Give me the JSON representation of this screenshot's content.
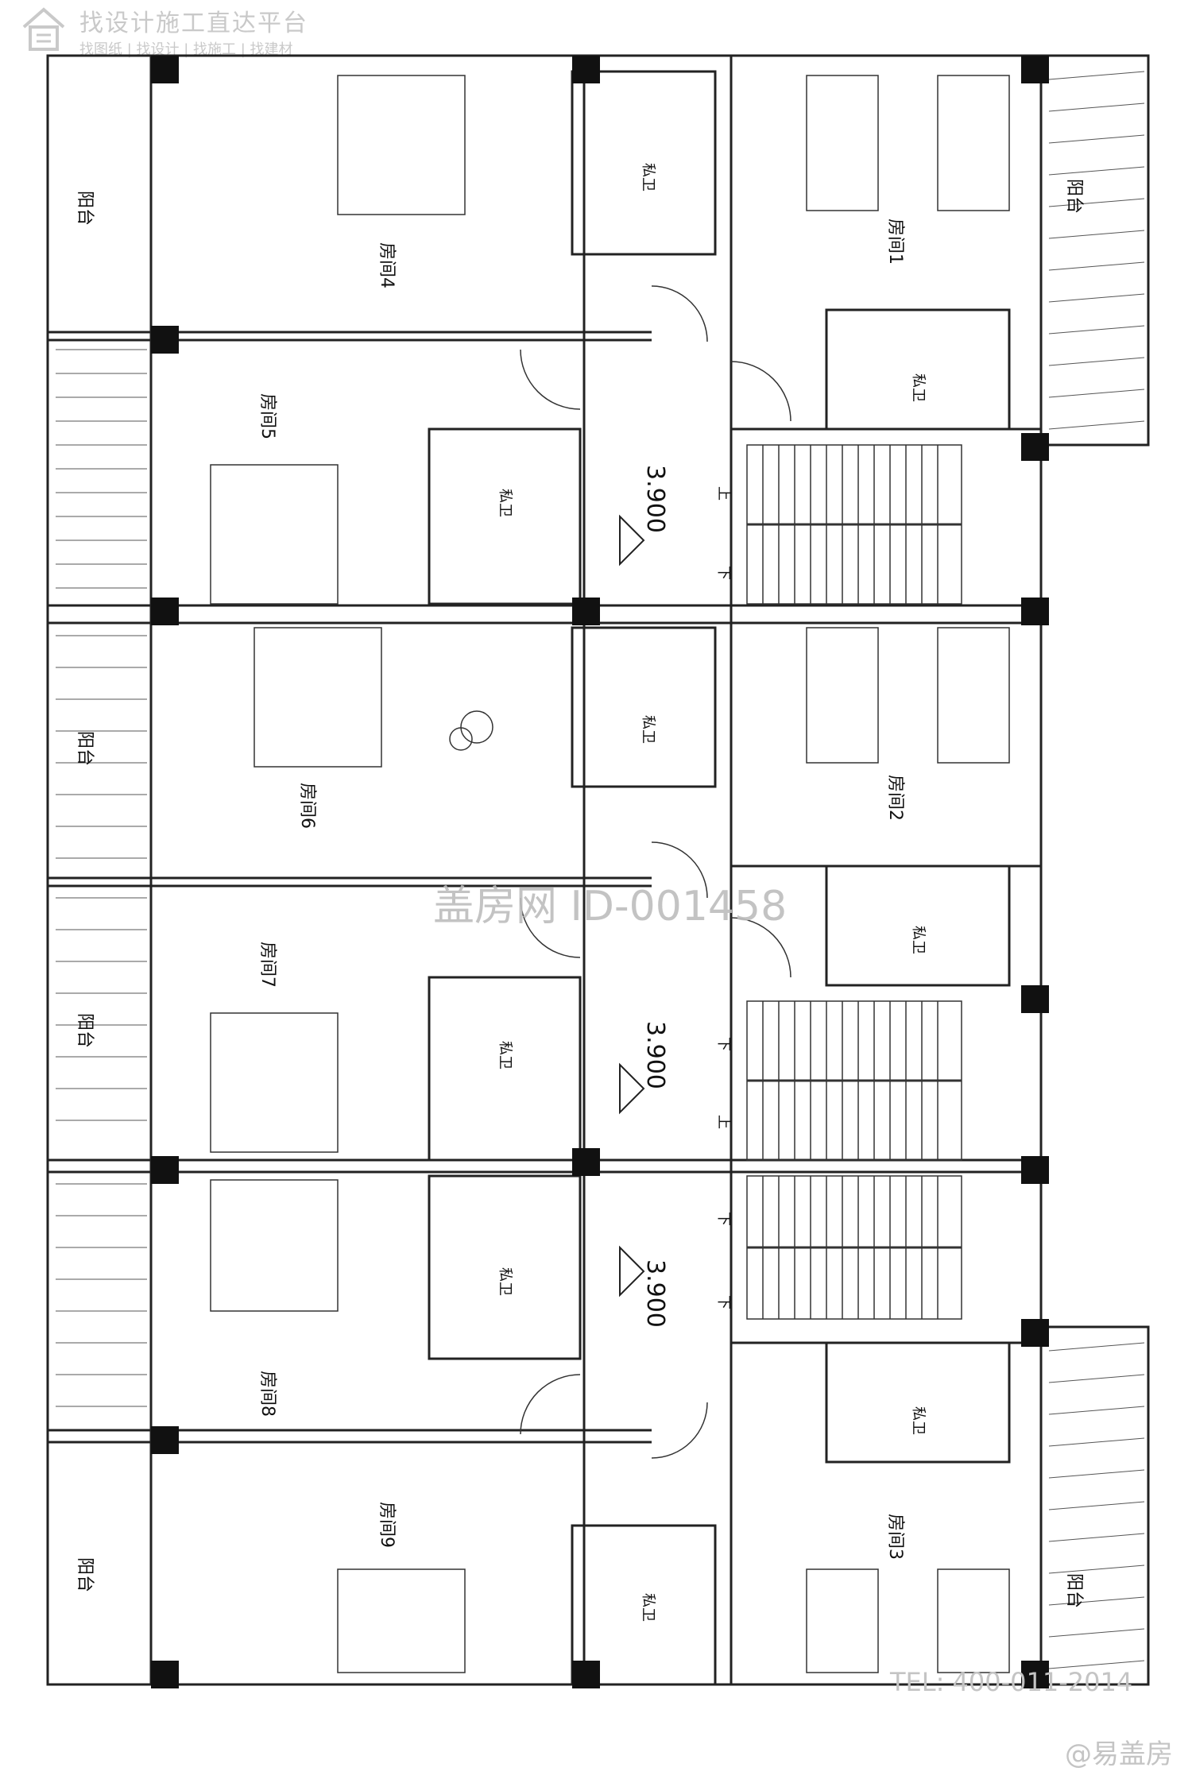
{
  "header": {
    "title": "找设计施工直达平台",
    "subtitle": "找图纸 | 找设计 | 找施工 | 找建材"
  },
  "watermark": "盖房网 ID-001458",
  "footer": {
    "tel": "TEL: 400-011-2014",
    "brand": "@易盖房"
  },
  "labels": {
    "balcony": "阳台",
    "private_bath": "私卫",
    "room1": "房间1",
    "room2": "房间2",
    "room3": "房间3",
    "room4": "房间4",
    "room5": "房间5",
    "room6": "房间6",
    "room7": "房间7",
    "room8": "房间8",
    "room9": "房间9",
    "elevation": "3.900",
    "stair_up": "上",
    "stair_down": "下"
  },
  "colors": {
    "wall": "#111111",
    "line": "#222222",
    "watermark": "#bdbdbd"
  }
}
